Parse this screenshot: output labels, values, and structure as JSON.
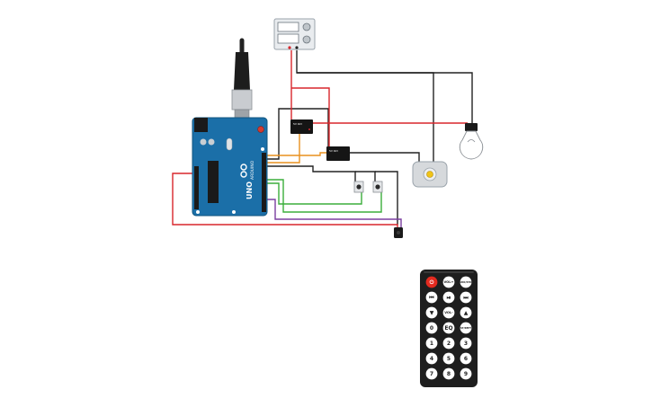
{
  "arduino": {
    "brand": "ARDUINO",
    "model": "UNO",
    "accent": "#1b6fa8"
  },
  "relays": [
    {
      "id": "relay-1",
      "text": "5V RLY"
    },
    {
      "id": "relay-2",
      "text": "5V RLY"
    }
  ],
  "components": {
    "power_supply": "power-supply",
    "lamp": "light-bulb",
    "motor": "dc-motor",
    "ir_receiver": "ir-receiver",
    "pushbuttons": 2
  },
  "wire_colors": {
    "red": "#d9262c",
    "black": "#222222",
    "orange": "#e8901e",
    "green": "#3bae3b",
    "purple": "#7b3fa0"
  },
  "remote": {
    "power_color": "#e32a1f",
    "rows": [
      [
        "⏻",
        "VOL+",
        "FUNC/STOP"
      ],
      [
        "⏮",
        "⏯",
        "⏭"
      ],
      [
        "▼",
        "VOL-",
        "▲"
      ],
      [
        "0",
        "EQ",
        "ST/REPT"
      ],
      [
        "1",
        "2",
        "3"
      ],
      [
        "4",
        "5",
        "6"
      ],
      [
        "7",
        "8",
        "9"
      ]
    ]
  }
}
